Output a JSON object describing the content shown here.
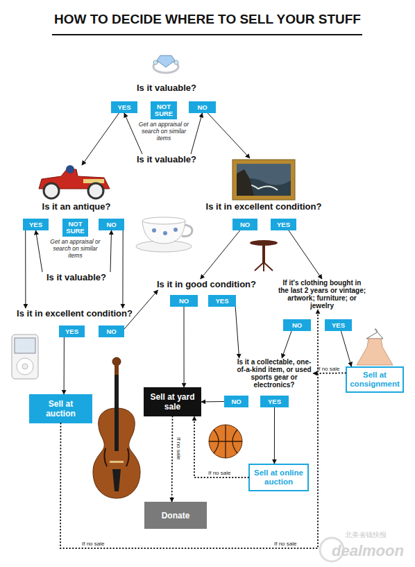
{
  "diagram": {
    "title": "HOW TO DECIDE WHERE TO SELL YOUR STUFF",
    "nodes": [
      {
        "text": [
          "Is it valuable?"
        ]
      },
      {
        "text": [
          "YES"
        ]
      },
      {
        "text": [
          "NOT SURE",
          "Get an appraisal or search on similar items"
        ]
      },
      {
        "text": [
          "NO"
        ]
      },
      {
        "text": [
          "Is it valuable?"
        ]
      },
      {
        "text": [
          "Is it an antique?"
        ]
      },
      {
        "text": [
          "Is it in excellent condition?"
        ]
      },
      {
        "text": [
          "YES"
        ]
      },
      {
        "text": [
          "NOT SURE",
          "Get an appraisal or search on similar items"
        ]
      },
      {
        "text": [
          "NO"
        ]
      },
      {
        "text": [
          "NO"
        ]
      },
      {
        "text": [
          "YES"
        ]
      },
      {
        "text": [
          "Is it valuable?"
        ]
      },
      {
        "text": [
          "Is it in good condition?"
        ]
      },
      {
        "text": [
          "If it's clothing bought in the last 2 years or vintage; artwork; furniture; or jewelry"
        ]
      },
      {
        "text": [
          "Is it in excellent condition?"
        ]
      },
      {
        "text": [
          "NO"
        ]
      },
      {
        "text": [
          "YES"
        ]
      },
      {
        "text": [
          "NO"
        ]
      },
      {
        "text": [
          "YES"
        ]
      },
      {
        "text": [
          "YES"
        ]
      },
      {
        "text": [
          "NO"
        ]
      },
      {
        "text": [
          "Sell at consignment"
        ]
      },
      {
        "text": [
          "Is it a collectable, one-of-a-kind item, or used sports gear or electronics?"
        ]
      },
      {
        "text": [
          "Sell at auction"
        ]
      },
      {
        "text": [
          "Sell at yard sale"
        ]
      },
      {
        "text": [
          "NO"
        ]
      },
      {
        "text": [
          "YES"
        ]
      },
      {
        "text": [
          "Sell at online auction"
        ]
      },
      {
        "text": [
          "Donate"
        ]
      }
    ],
    "edges": [
      {
        "from": 4,
        "to": 1,
        "arrow": "to"
      },
      {
        "from": 4,
        "to": 3,
        "arrow": "to"
      },
      {
        "from": 1,
        "to": 5,
        "arrow": "to"
      },
      {
        "from": 3,
        "to": 6,
        "arrow": "to"
      },
      {
        "from": 12,
        "to": 7,
        "arrow": "to"
      },
      {
        "from": 12,
        "to": 9,
        "arrow": "to"
      },
      {
        "from": 7,
        "to": 15,
        "arrow": "to"
      },
      {
        "from": 9,
        "to": 15,
        "arrow": "to"
      },
      {
        "from": 10,
        "to": 13,
        "arrow": "to"
      },
      {
        "from": 11,
        "to": 14,
        "arrow": "to"
      },
      {
        "from": 21,
        "to": 13,
        "arrow": "to"
      },
      {
        "from": 20,
        "to": 24,
        "arrow": "to"
      },
      {
        "from": 16,
        "to": 25,
        "arrow": "to"
      },
      {
        "from": 17,
        "to": 23,
        "arrow": "to"
      },
      {
        "from": 18,
        "to": 23,
        "arrow": "to"
      },
      {
        "from": 19,
        "to": 22,
        "arrow": "to"
      },
      {
        "from": 22,
        "to": 23,
        "label": "If no sale",
        "arrow": "to"
      },
      {
        "from": 26,
        "to": 25,
        "arrow": "to"
      },
      {
        "from": 27,
        "to": 28,
        "arrow": "to"
      },
      {
        "from": 28,
        "to": 25,
        "label": "If no sale",
        "arrow": "to"
      },
      {
        "from": 25,
        "to": 29,
        "label": "If no sale",
        "arrow": "to"
      },
      {
        "from": 24,
        "to": 14,
        "label": "If no sale",
        "arrow": "to"
      }
    ],
    "labels": [
      "If no sale",
      "北美省钱快报",
      "dealmoon"
    ]
  }
}
